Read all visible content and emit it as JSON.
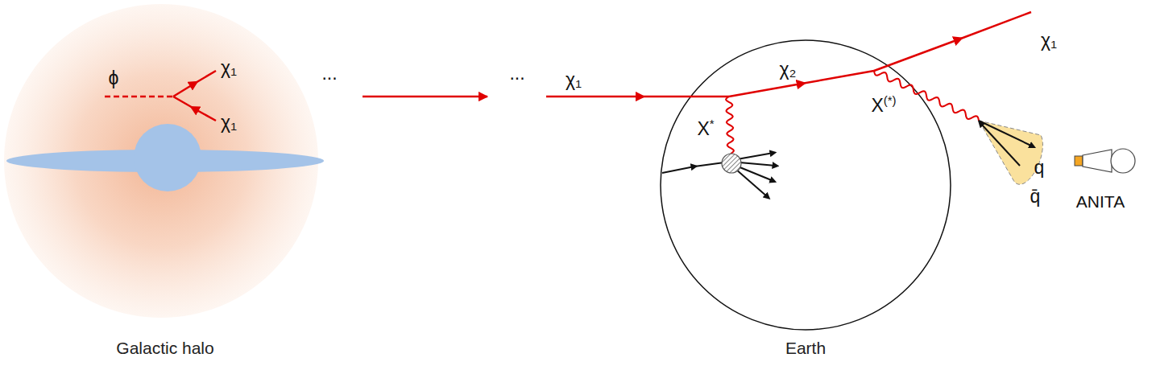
{
  "diagram": {
    "nodes": [
      {
        "text": [
          "Galactic halo"
        ]
      },
      {
        "text": [
          "Earth"
        ]
      }
    ],
    "labels": [
      "ϕ",
      "χ₁",
      "χ₁",
      "...",
      "...",
      "χ₁",
      "X*",
      "χ₂",
      "X(*)",
      "χ₁",
      "q",
      "q̄",
      "ANITA"
    ]
  }
}
